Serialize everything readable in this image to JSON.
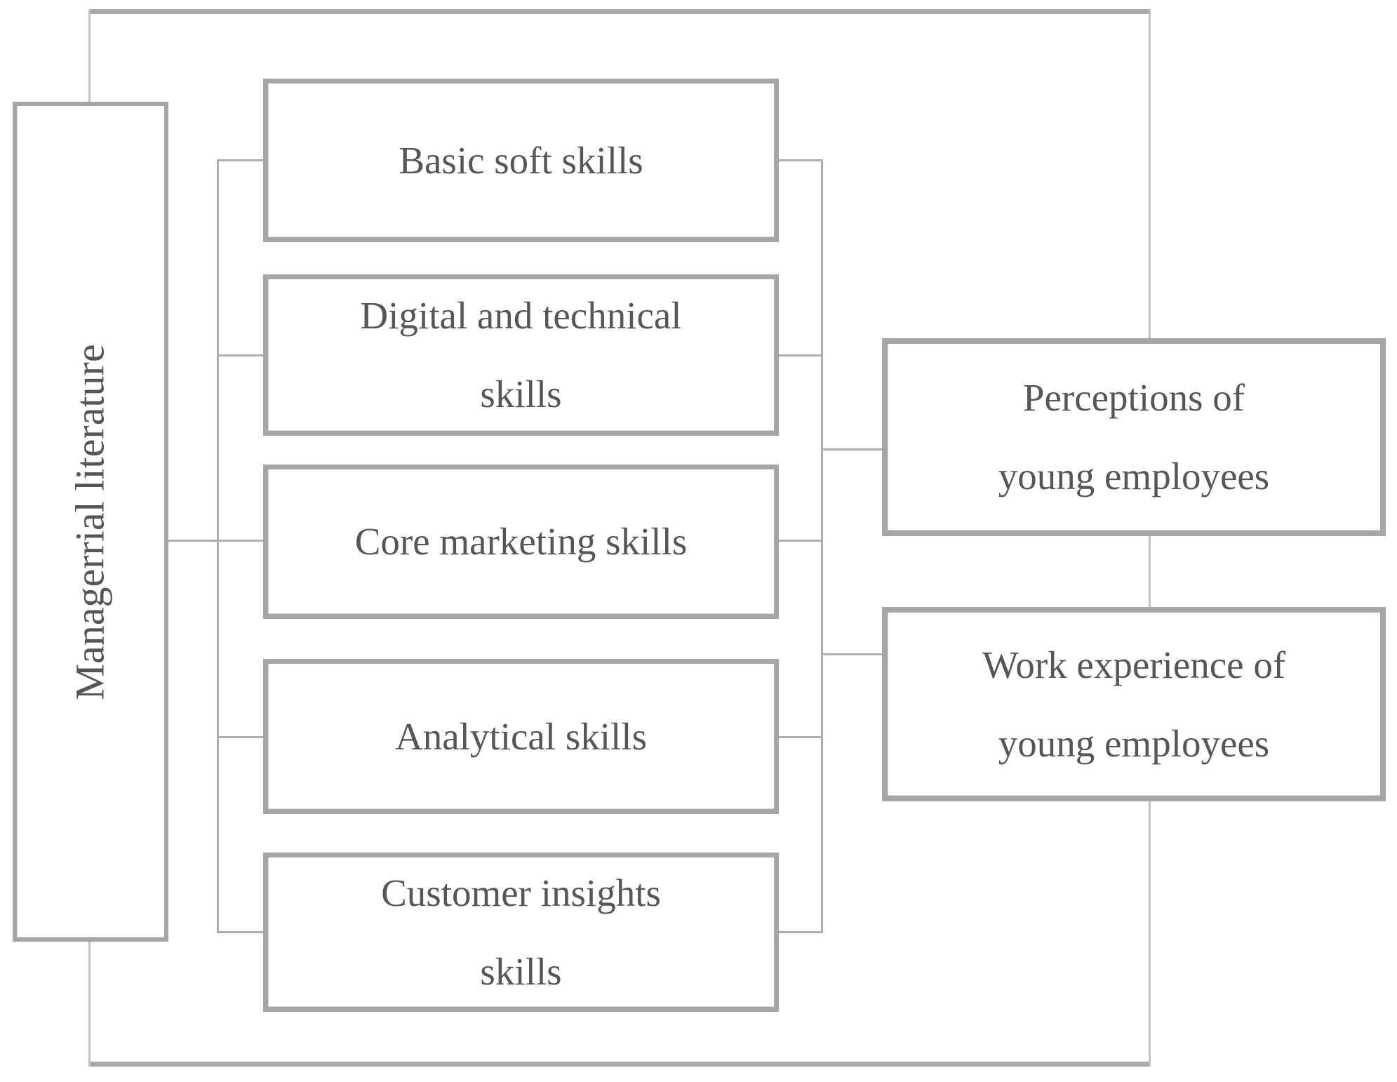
{
  "diagram": {
    "source_box": {
      "label": "Managerrial literature"
    },
    "skill_boxes": [
      {
        "label": "Basic soft skills",
        "lines": [
          "Basic soft skills"
        ]
      },
      {
        "label": "Digital and technical skills",
        "lines": [
          "Digital and technical",
          "skills"
        ]
      },
      {
        "label": "Core marketing skills",
        "lines": [
          "Core marketing skills"
        ]
      },
      {
        "label": "Analytical skills",
        "lines": [
          "Analytical skills"
        ]
      },
      {
        "label": "Customer insights skills",
        "lines": [
          "Customer insights",
          "skills"
        ]
      }
    ],
    "outcome_boxes": [
      {
        "label": "Perceptions of young employees",
        "lines": [
          "Perceptions of",
          "young employees"
        ]
      },
      {
        "label": "Work experience of young employees",
        "lines": [
          "Work experience of",
          "young employees"
        ]
      }
    ],
    "colors": {
      "box_border": "#a6a6a6",
      "connector_line": "#aeaeae",
      "outer_frame": "#a9a9a9",
      "text": "#565656",
      "background": "#ffffff"
    }
  }
}
